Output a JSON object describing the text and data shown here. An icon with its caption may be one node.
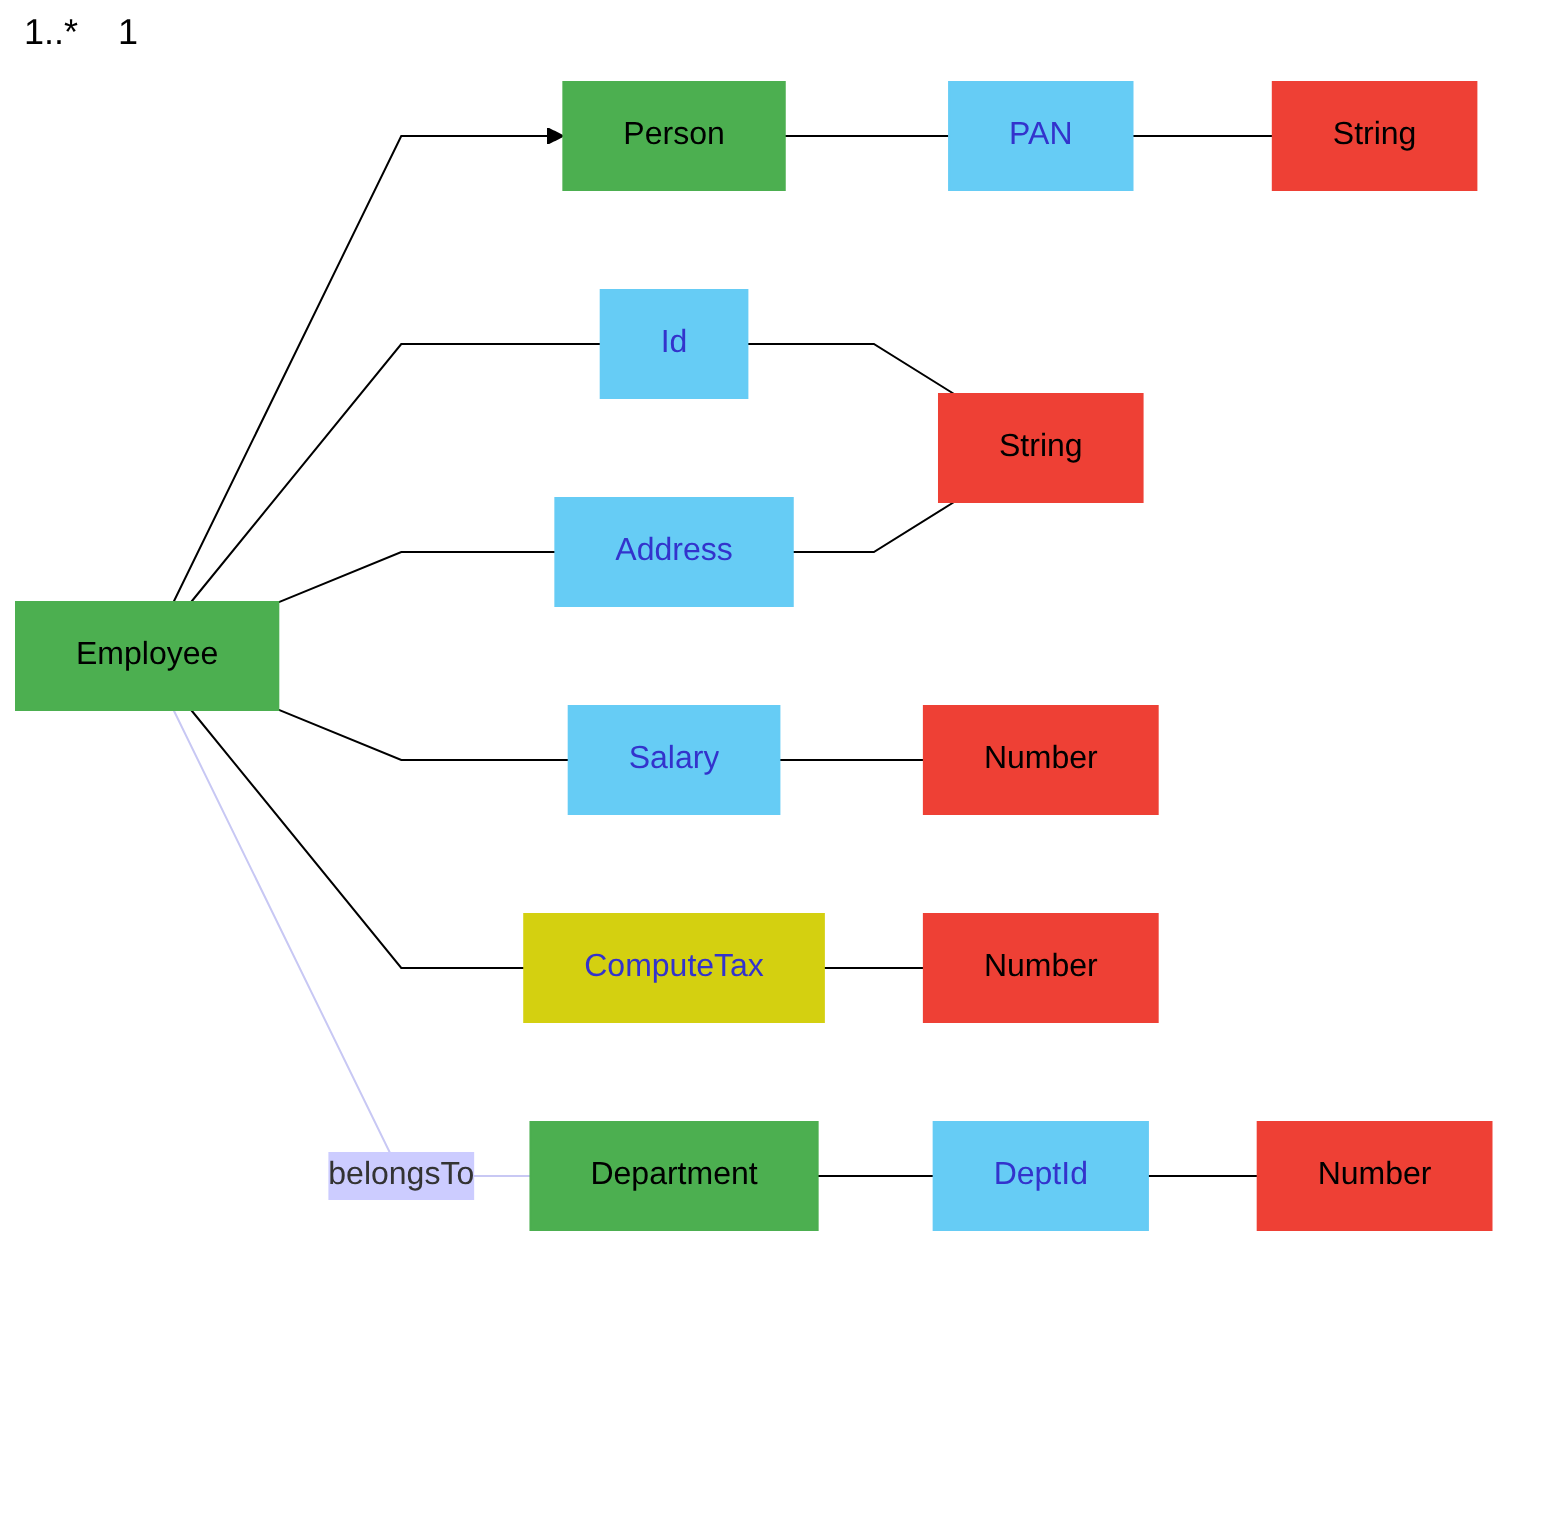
{
  "diagram": {
    "nodes": [
      {
        "text": [
          "Person"
        ]
      },
      {
        "text": [
          "PAN"
        ]
      },
      {
        "text": [
          "String"
        ]
      },
      {
        "text": [
          "Employee"
        ]
      },
      {
        "text": [
          "Id"
        ]
      },
      {
        "text": [
          "String"
        ]
      },
      {
        "text": [
          "Address"
        ]
      },
      {
        "text": [
          "Salary"
        ]
      },
      {
        "text": [
          "Number"
        ]
      },
      {
        "text": [
          "ComputeTax"
        ]
      },
      {
        "text": [
          "Number"
        ]
      },
      {
        "text": [
          "Department"
        ]
      },
      {
        "text": [
          "DeptId"
        ]
      },
      {
        "text": [
          "Number"
        ]
      }
    ],
    "edges": [
      {
        "from": 0,
        "to": 1,
        "arrow": "none"
      },
      {
        "from": 1,
        "to": 2,
        "arrow": "none"
      },
      {
        "from": 3,
        "to": 0,
        "arrow": "to"
      },
      {
        "from": 3,
        "to": 4,
        "arrow": "none"
      },
      {
        "from": 4,
        "to": 5,
        "arrow": "none"
      },
      {
        "from": 3,
        "to": 6,
        "arrow": "none"
      },
      {
        "from": 6,
        "to": 5,
        "arrow": "none"
      },
      {
        "from": 3,
        "to": 7,
        "arrow": "none"
      },
      {
        "from": 7,
        "to": 8,
        "arrow": "none"
      },
      {
        "from": 3,
        "to": 9,
        "arrow": "none"
      },
      {
        "from": 9,
        "to": 10,
        "arrow": "none"
      },
      {
        "from": 3,
        "to": 11,
        "arrow": "none",
        "label": "belongsTo",
        "color": "#c8c8f4"
      },
      {
        "from": 11,
        "to": 12,
        "arrow": "none"
      },
      {
        "from": 12,
        "to": 13,
        "arrow": "none"
      }
    ],
    "labels": [
      "1..*",
      "1"
    ]
  }
}
